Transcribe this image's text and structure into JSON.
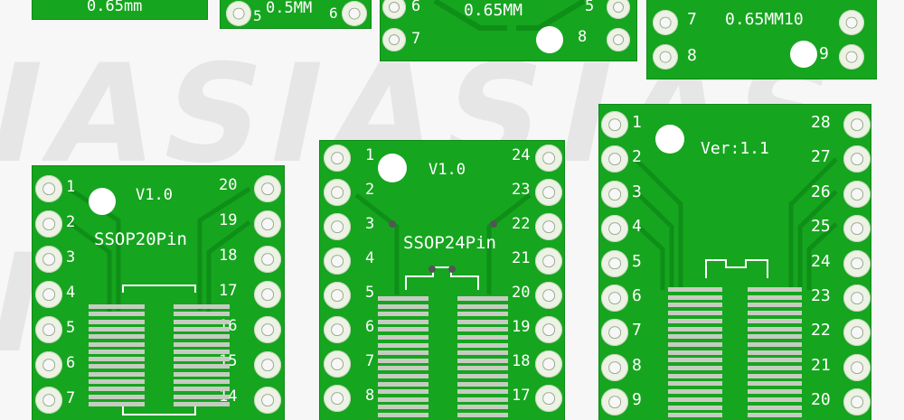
{
  "watermark": {
    "text": "IAS"
  },
  "boards": {
    "top1": {
      "label": "0.65mm"
    },
    "top2": {
      "label": "0.5MM",
      "pins": [
        "5",
        "6"
      ]
    },
    "top3": {
      "label": "0.65MM",
      "pins": [
        "6",
        "5",
        "7",
        "8"
      ]
    },
    "top4": {
      "label": "0.65MM10",
      "pins": [
        "7",
        "8",
        "9"
      ]
    },
    "ssop20": {
      "version": "V1.0",
      "name": "SSOP20Pin",
      "left_pins": [
        "1",
        "2",
        "3",
        "4",
        "5",
        "6",
        "7"
      ],
      "right_pins": [
        "20",
        "19",
        "18",
        "17",
        "16",
        "15",
        "14"
      ]
    },
    "ssop24": {
      "version": "V1.0",
      "name": "SSOP24Pin",
      "left_pins": [
        "1",
        "2",
        "3",
        "4",
        "5",
        "6",
        "7",
        "8"
      ],
      "right_pins": [
        "24",
        "23",
        "22",
        "21",
        "20",
        "19",
        "18",
        "17"
      ]
    },
    "ssop28": {
      "version": "Ver:1.1",
      "left_pins": [
        "1",
        "2",
        "3",
        "4",
        "5",
        "6",
        "7",
        "8",
        "9"
      ],
      "right_pins": [
        "28",
        "27",
        "26",
        "25",
        "24",
        "23",
        "22",
        "21",
        "20"
      ]
    }
  },
  "colors": {
    "pcb": "#16a51f",
    "silkscreen": "#ffffff",
    "pad": "#ecf3e4",
    "fine_pitch": "#c7ccc2",
    "background": "#f7f7f7"
  }
}
